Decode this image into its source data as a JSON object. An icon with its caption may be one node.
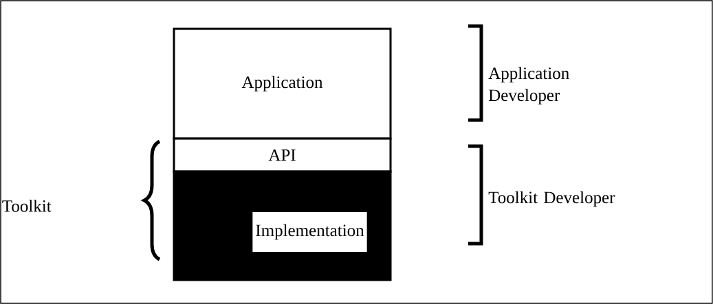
{
  "diagram": {
    "nodes": [
      {
        "text": [
          "Application"
        ]
      },
      {
        "text": [
          "API"
        ]
      },
      {
        "text": [
          "Implementation"
        ]
      }
    ],
    "labels": [
      "Application Developer",
      "Toolkit Developer",
      "Toolkit"
    ]
  }
}
